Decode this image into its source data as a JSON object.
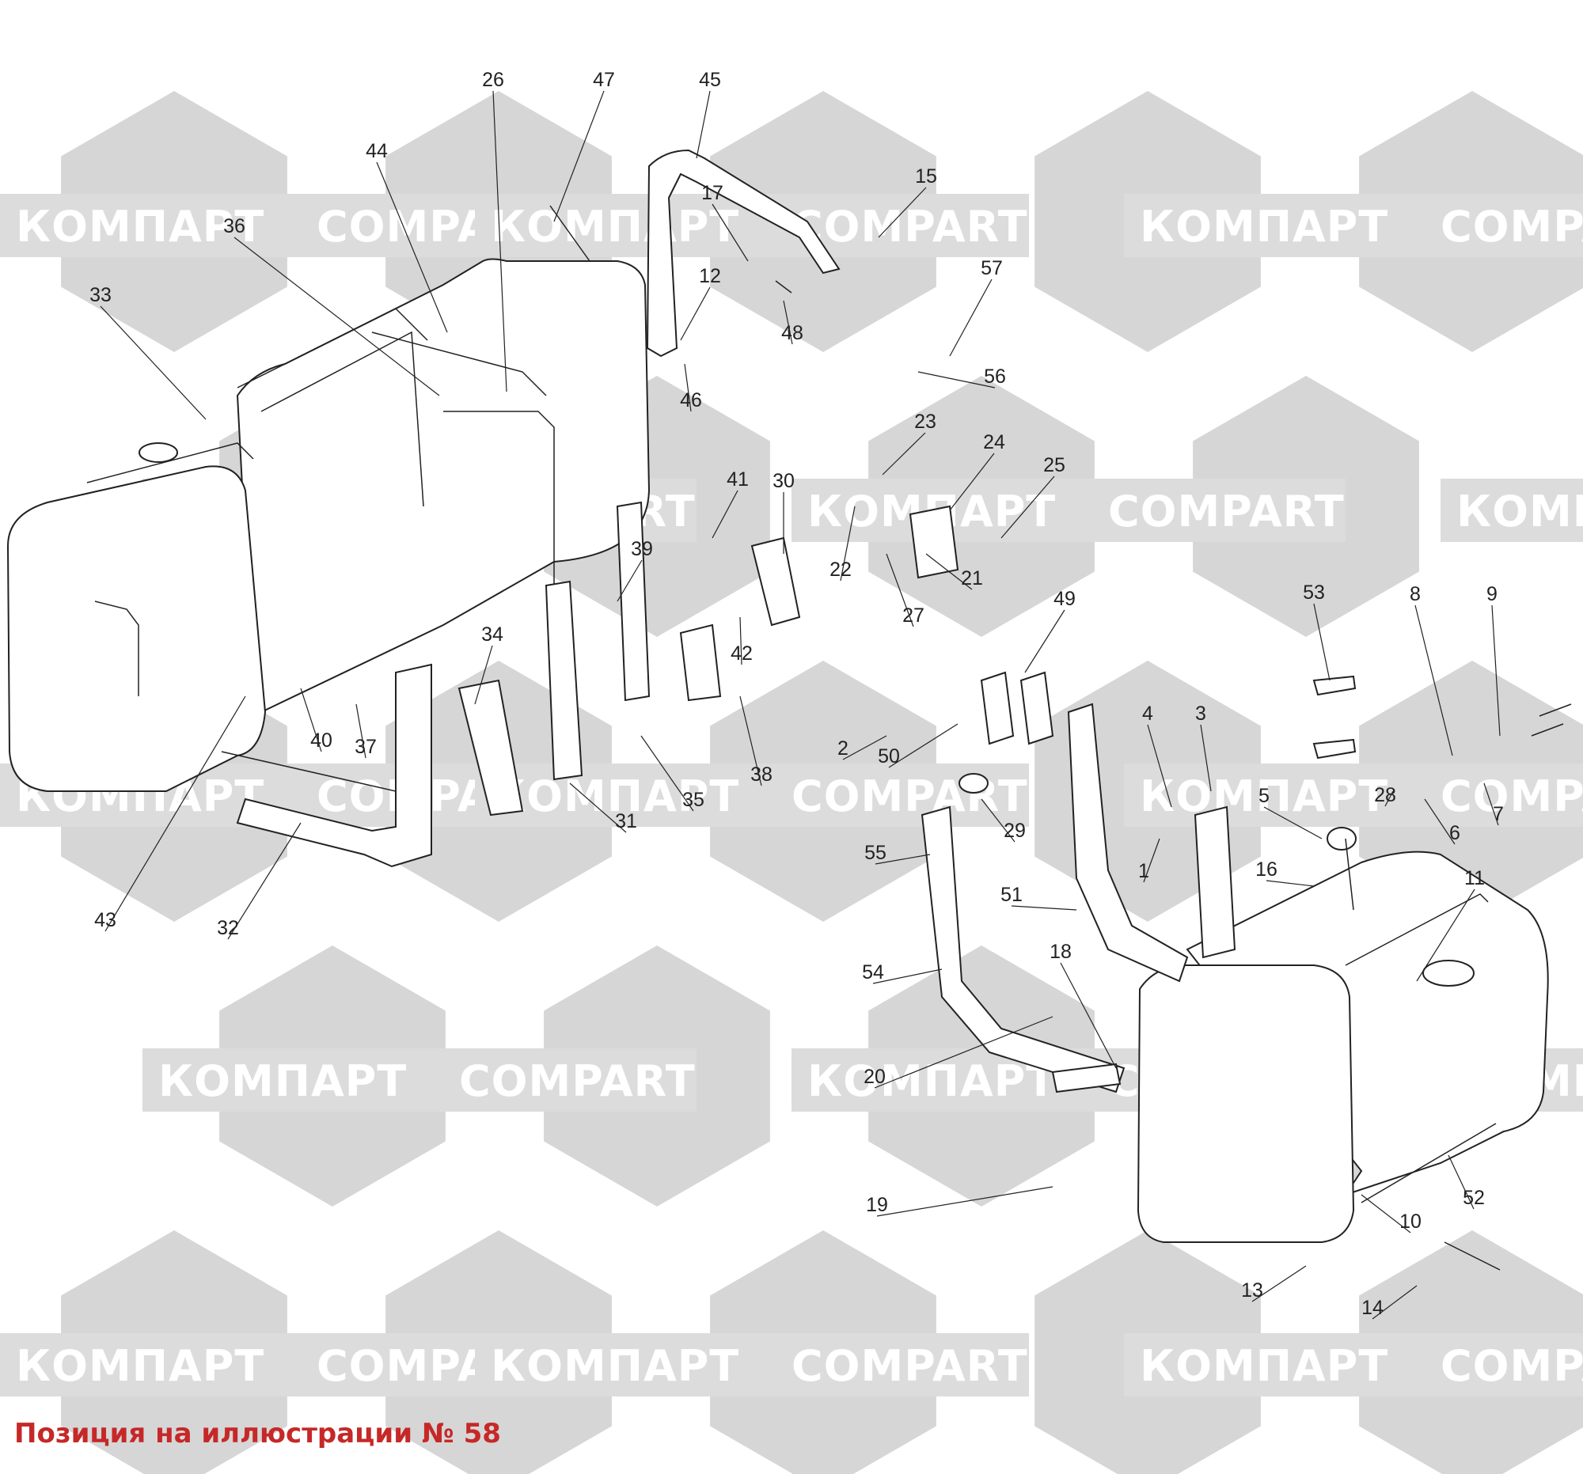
{
  "caption": "Позиция на иллюстрации № 58",
  "watermark": {
    "ru": "КОМПАРТ",
    "en": "COMPART"
  },
  "colors": {
    "caption": "#c62828",
    "watermark_hex": "#d6d6d6",
    "watermark_band": "#dcdcdc",
    "lines": "#222222"
  },
  "callouts": [
    "1",
    "2",
    "3",
    "4",
    "5",
    "6",
    "7",
    "8",
    "9",
    "10",
    "11",
    "12",
    "13",
    "14",
    "15",
    "16",
    "17",
    "18",
    "19",
    "20",
    "21",
    "22",
    "23",
    "24",
    "25",
    "26",
    "27",
    "28",
    "29",
    "30",
    "31",
    "32",
    "33",
    "34",
    "35",
    "36",
    "37",
    "38",
    "39",
    "40",
    "41",
    "42",
    "43",
    "44",
    "45",
    "46",
    "47",
    "48",
    "49",
    "50",
    "51",
    "52",
    "53",
    "54",
    "55",
    "56",
    "57"
  ]
}
